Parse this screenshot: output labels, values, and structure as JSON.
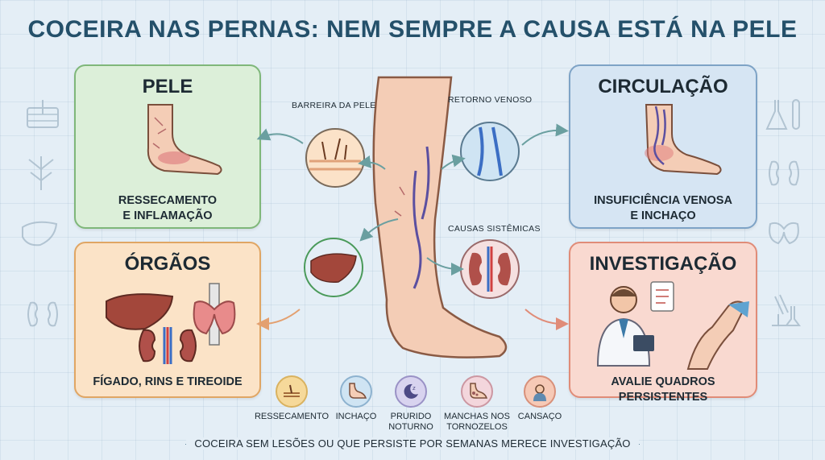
{
  "title": "COCEIRA NAS PERNAS: NEM SEMPRE A CAUSA ESTÁ NA PELE",
  "cards": {
    "pele": {
      "title": "PELE",
      "text_line1": "RESSECAMENTO",
      "text_line2": "E INFLAMAÇÃO",
      "color": "#dcefd9",
      "border": "#7fb77a"
    },
    "circulacao": {
      "title": "CIRCULAÇÃO",
      "text_line1": "INSUFICIÊNCIA VENOSA",
      "text_line2": "E INCHAÇO",
      "color": "#d6e5f3",
      "border": "#7ea3c6"
    },
    "orgaos": {
      "title": "ÓRGÃOS",
      "text_line1": "FÍGADO, RINS E TIREOIDE",
      "color": "#fbe3c7",
      "border": "#e0a664"
    },
    "investigacao": {
      "title": "INVESTIGAÇÃO",
      "text_line1": "AVALIE QUADROS PERSISTENTES",
      "color": "#f9d9d0",
      "border": "#e08c78"
    }
  },
  "callouts": {
    "barreira": "BARREIRA DA PELE",
    "retorno": "RETORNO VENOSO",
    "sistemicas": "CAUSAS SISTÊMICAS"
  },
  "symptoms": [
    {
      "label": "RESSECAMENTO",
      "icon": "skin-layers-icon",
      "color": "#f6d99a"
    },
    {
      "label": "INCHAÇO",
      "icon": "swollen-foot-icon",
      "color": "#cfe4f3"
    },
    {
      "label": "PRURIDO NOTURNO",
      "icon": "moon-icon",
      "color": "#d8d3ef"
    },
    {
      "label": "MANCHAS NOS TORNOZELOS",
      "icon": "ankle-spots-icon",
      "color": "#f3d6dc"
    },
    {
      "label": "CANSAÇO",
      "icon": "tired-person-icon",
      "color": "#f6c9b6"
    }
  ],
  "footer": "COCEIRA SEM LESÕES OU QUE PERSISTE POR SEMANAS MERECE INVESTIGAÇÃO"
}
